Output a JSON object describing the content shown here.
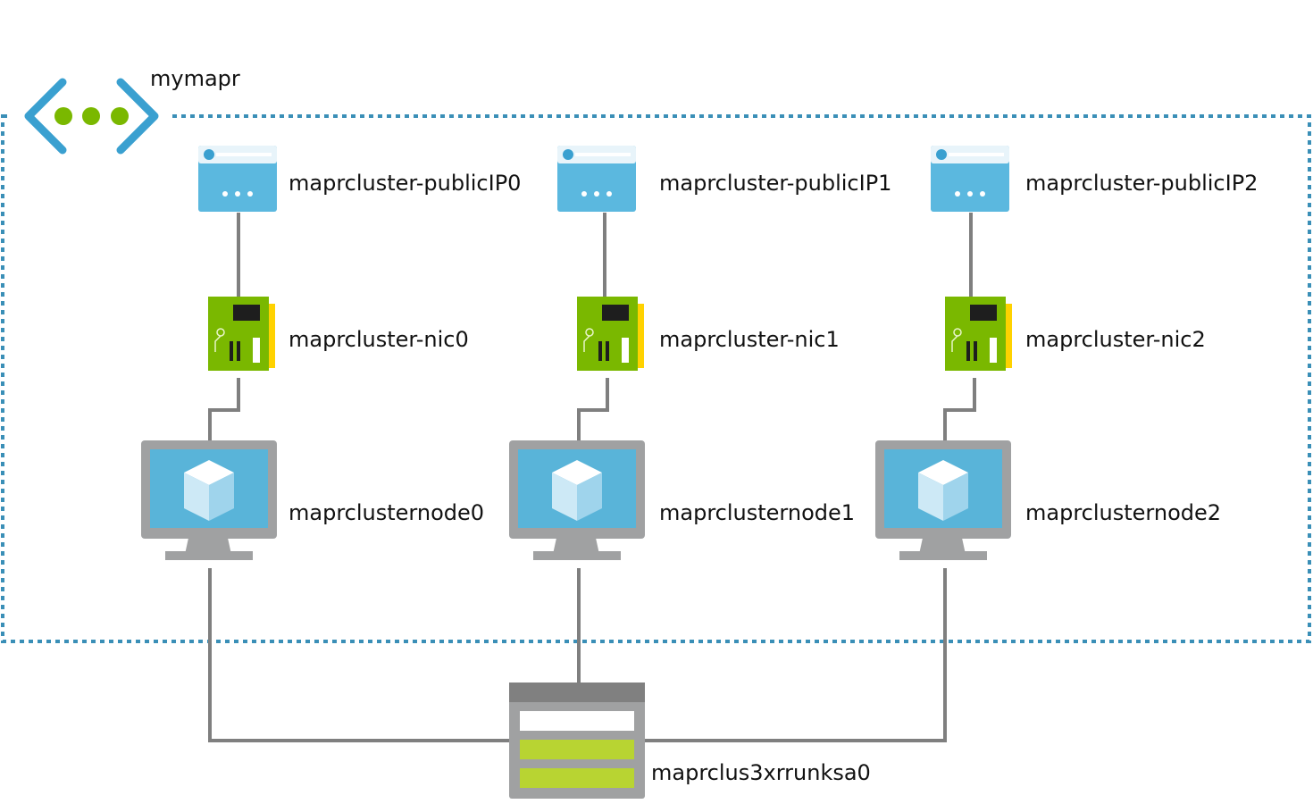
{
  "vnet": {
    "label": "mymapr",
    "icon": "virtual-network-icon"
  },
  "columns": [
    {
      "public_ip": "maprcluster-publicIP0",
      "nic": "maprcluster-nic0",
      "vm": "maprclusternode0"
    },
    {
      "public_ip": "maprcluster-publicIP1",
      "nic": "maprcluster-nic1",
      "vm": "maprclusternode1"
    },
    {
      "public_ip": "maprcluster-publicIP2",
      "nic": "maprcluster-nic2",
      "vm": "maprclusternode2"
    }
  ],
  "storage": {
    "label": "maprclus3xrrunksa0",
    "icon": "storage-account-icon"
  },
  "colors": {
    "vnet_border": "#3a8fb7",
    "vnet_icon_bracket": "#3aa0d0",
    "vnet_icon_dots": "#7ab800",
    "connector": "#7f7f7f",
    "public_ip_fill": "#5bb8df",
    "nic_fill": "#7ab800",
    "vm_screen": "#59b4d9",
    "vm_frame": "#a0a1a2",
    "storage_header": "#808080",
    "storage_row": "#b8d432"
  }
}
